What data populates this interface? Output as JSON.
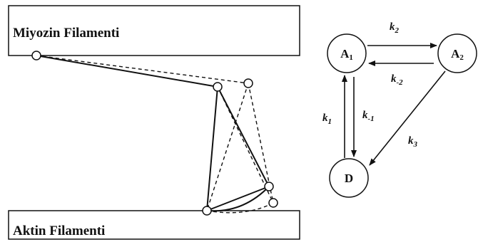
{
  "left_diagram": {
    "top_filament_label": "Miyozin Filamenti",
    "bottom_filament_label": "Aktin Filamenti"
  },
  "kinetic_scheme": {
    "states": [
      {
        "id": "A1",
        "base": "A",
        "sub": "1"
      },
      {
        "id": "A2",
        "base": "A",
        "sub": "2"
      },
      {
        "id": "D",
        "base": "D",
        "sub": ""
      }
    ],
    "rates": [
      {
        "id": "k2",
        "base": "k",
        "sub": "2"
      },
      {
        "id": "k-2",
        "base": "k",
        "sub": "-2"
      },
      {
        "id": "k1",
        "base": "k",
        "sub": "1"
      },
      {
        "id": "k-1",
        "base": "k",
        "sub": "-1"
      },
      {
        "id": "k3",
        "base": "k",
        "sub": "3"
      }
    ]
  }
}
